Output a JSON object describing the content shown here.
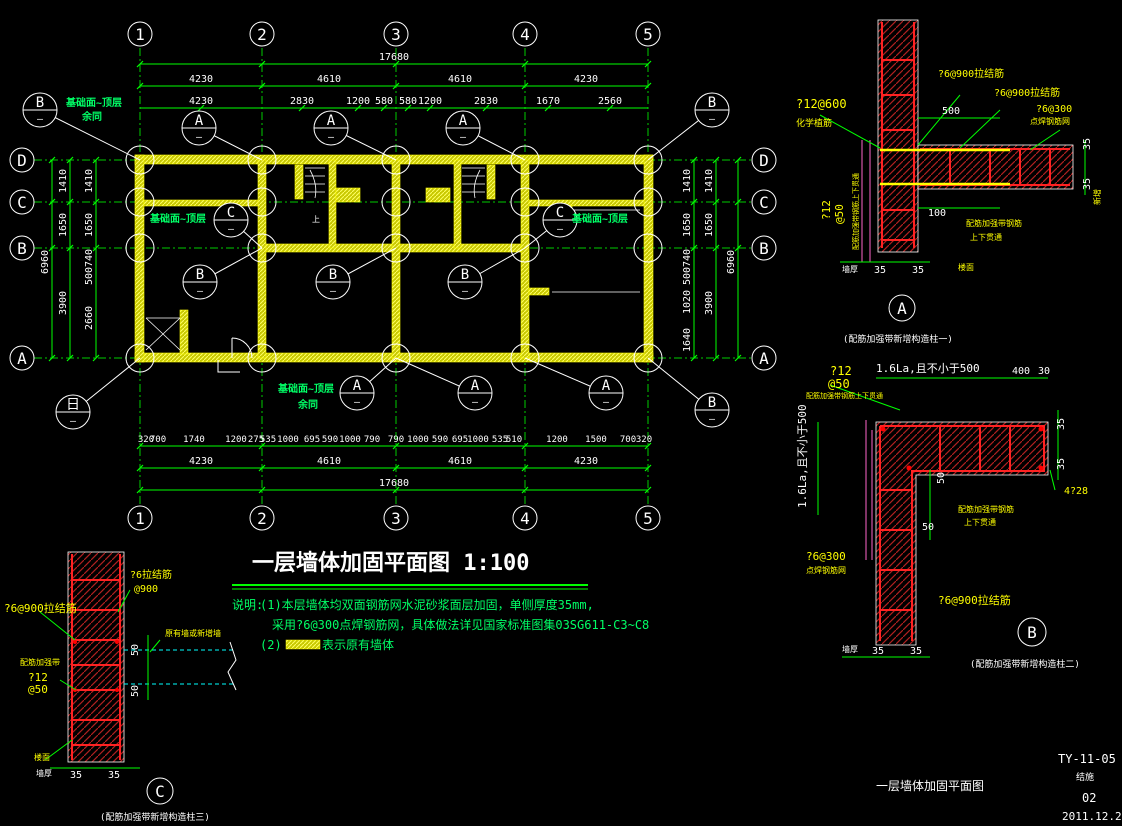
{
  "colors": {
    "bg": "#000000",
    "dim": "#00ff00",
    "text": "#ffffff",
    "wall": "#ffff00",
    "note": "#00ff66",
    "label": "#ffff00",
    "rebar": "#ff0000",
    "hatch": "#cc2222",
    "pink": "#ff66cc",
    "cyan": "#00ffff"
  },
  "axes": {
    "cols": [
      "1",
      "2",
      "3",
      "4",
      "5"
    ],
    "rows": [
      "D",
      "C",
      "B",
      "A"
    ]
  },
  "plan_dims": {
    "top_total": "17680",
    "top_bays": [
      "4230",
      "4610",
      "4610",
      "4230"
    ],
    "top_detail": [
      "4230",
      "2830",
      "1200",
      "580",
      "580",
      "1200",
      "2830",
      "1670",
      "2560"
    ],
    "bottom_detail": [
      "320",
      "700",
      "1740",
      "1200",
      "275",
      "535",
      "1000",
      "695",
      "590",
      "1000",
      "790",
      "790",
      "1000",
      "590",
      "695",
      "1000",
      "535",
      "510",
      "1200",
      "1500",
      "700",
      "320"
    ],
    "bottom_bays": [
      "4230",
      "4610",
      "4610",
      "4230"
    ],
    "bottom_total": "17680",
    "left_outer": [
      "1410",
      "1650",
      "3900"
    ],
    "left_inner": [
      "1410",
      "1650",
      "740",
      "500",
      "2660"
    ],
    "left_total": "6960",
    "right_inner": [
      "1410",
      "1650",
      "740",
      "500",
      "1020",
      "1640"
    ],
    "right_outer": [
      "1410",
      "1650",
      "3900"
    ],
    "right_total": "6960"
  },
  "callouts": {
    "a": "A",
    "b": "B",
    "c": "C",
    "b_alt": "日",
    "dash": "—"
  },
  "plan_notes": {
    "foundation_roof": "基础面~顶层",
    "same": "余同",
    "up": "上"
  },
  "title": {
    "main": "一层墙体加固平面图 1:100",
    "note_lead": "说明:",
    "note1": "(1)本层墙体均双面钢筋网水泥砂浆面层加固，单侧厚度35mm,",
    "note1b": "采用?6@300点焊钢筋网，具体做法详见国家标准图集03SG611-C3~C8",
    "note2": "(2)",
    "note2b": "表示原有墙体"
  },
  "detail_a": {
    "labels": {
      "tie_900_a": "?6@900拉结筋",
      "tie_900_b": "?6@900拉结筋",
      "mesh_300": "?6@300",
      "mesh_weld": "点焊钢筋网",
      "bar_12": "?12@600",
      "anchor": "化学植筋",
      "dim_500": "500",
      "dim_100": "100",
      "dim_35a": "35",
      "dim_35b": "35",
      "dim_35c": "35",
      "dim_35d": "35",
      "side_12": "?12",
      "side_50": "@50",
      "side_note": "配筋加强带钢筋上下贯通",
      "belt": "配筋加强带钢筋",
      "belt2": "上下贯通",
      "new_col": "新增",
      "wall_thk": "墙厚",
      "floor": "楼面",
      "circle": "A",
      "caption": "(配筋加强带新增构造柱一)"
    }
  },
  "detail_b": {
    "labels": {
      "bar_12": "?12",
      "bar_50": "@50",
      "la": "1.6La,且不小于500",
      "la_v": "1.6La,且不小于500",
      "dim_400": "400",
      "dim_30": "30",
      "dim_35a": "35",
      "dim_35b": "35",
      "dim_50a": "50",
      "dim_50b": "50",
      "dim_35c": "35",
      "dim_35d": "35",
      "bar_228": "4?28",
      "belt_top": "配筋加强带钢筋上下贯通",
      "belt": "配筋加强带钢筋",
      "belt2": "上下贯通",
      "mesh_300": "?6@300",
      "mesh_weld": "点焊钢筋网",
      "tie": "?6@900拉结筋",
      "wall_thk": "墙厚",
      "circle": "B",
      "caption": "(配筋加强带新增构造柱二)"
    }
  },
  "detail_c": {
    "labels": {
      "tie_6": "?6拉结筋",
      "tie_900": "@900",
      "tie_900b": "?6@900拉结筋",
      "belt": "配筋加强带",
      "bar_12": "?12",
      "bar_50": "@50",
      "old_wall": "原有墙或新增墙",
      "dim_50a": "50",
      "dim_50b": "50",
      "dim_35a": "35",
      "dim_35b": "35",
      "floor": "楼面",
      "wall_thk": "墙厚",
      "circle": "C",
      "caption": "(配筋加强带新增构造柱三)"
    }
  },
  "titleblock": {
    "drawing_no": "TY-11-05",
    "discipline": "结施",
    "sheet": "02",
    "date": "2011.12.2",
    "sheet_title": "一层墙体加固平面图"
  }
}
